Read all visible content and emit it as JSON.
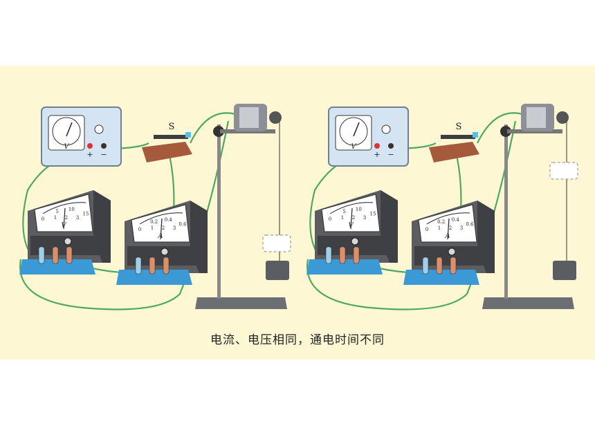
{
  "colors": {
    "panel_bg": "#fdf7d4",
    "wire": "#4fa860",
    "meter_body": "#5b5d61",
    "meter_dark": "#3f4044",
    "base_blue": "#3b9ad6",
    "wood": "#a65a3c",
    "stand": "#6b6e72",
    "mass": "#5a5d62"
  },
  "setups": [
    {
      "switch_label": "S",
      "supply": {
        "dial_label": "V",
        "plus": "+",
        "minus": "−"
      },
      "voltmeter": {
        "scale": [
          "0",
          "5",
          "10",
          "15"
        ],
        "inner": [
          "1",
          "2",
          "3"
        ],
        "unit": "V"
      },
      "ammeter": {
        "scale": [
          "0",
          "0.2",
          "0.4",
          "0.6"
        ],
        "inner": [
          "1",
          "2",
          "3"
        ],
        "unit": "A"
      },
      "weight_state": "lower"
    },
    {
      "switch_label": "S",
      "supply": {
        "dial_label": "V",
        "plus": "+",
        "minus": "−"
      },
      "voltmeter": {
        "scale": [
          "0",
          "5",
          "10",
          "15"
        ],
        "inner": [
          "1",
          "2",
          "3"
        ],
        "unit": "V"
      },
      "ammeter": {
        "scale": [
          "0",
          "0.2",
          "0.4",
          "0.6"
        ],
        "inner": [
          "1",
          "2",
          "3"
        ],
        "unit": "A"
      },
      "weight_state": "upper"
    }
  ],
  "caption": "电流、电压相同，通电时间不同"
}
